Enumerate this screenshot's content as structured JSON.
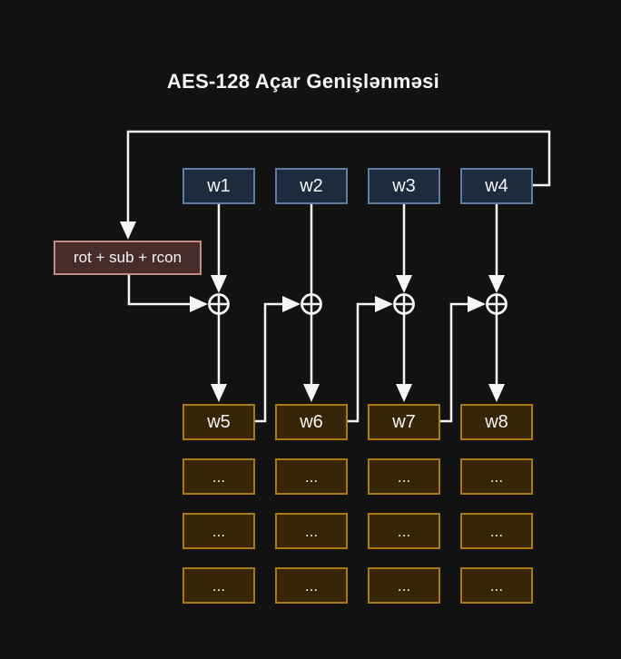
{
  "title": "AES-128 Açar Genişlənməsi",
  "diagram": {
    "top_words": [
      "w1",
      "w2",
      "w3",
      "w4"
    ],
    "operation_label": "rot + sub + rcon",
    "expanded_words": [
      "w5",
      "w6",
      "w7",
      "w8"
    ],
    "ellipsis_label": "...",
    "ellipsis_rows": 3,
    "xor_count": 4
  },
  "colors": {
    "background": "#121212",
    "line": "#f5f5f5",
    "text": "#f5f5f5",
    "word_box_fill": "#1e2b3d",
    "word_box_border": "#5d7da5",
    "operation_box_fill": "#482c29",
    "operation_box_border": "#c38d86",
    "expanded_box_fill": "#372507",
    "expanded_box_border": "#aa7a10"
  }
}
